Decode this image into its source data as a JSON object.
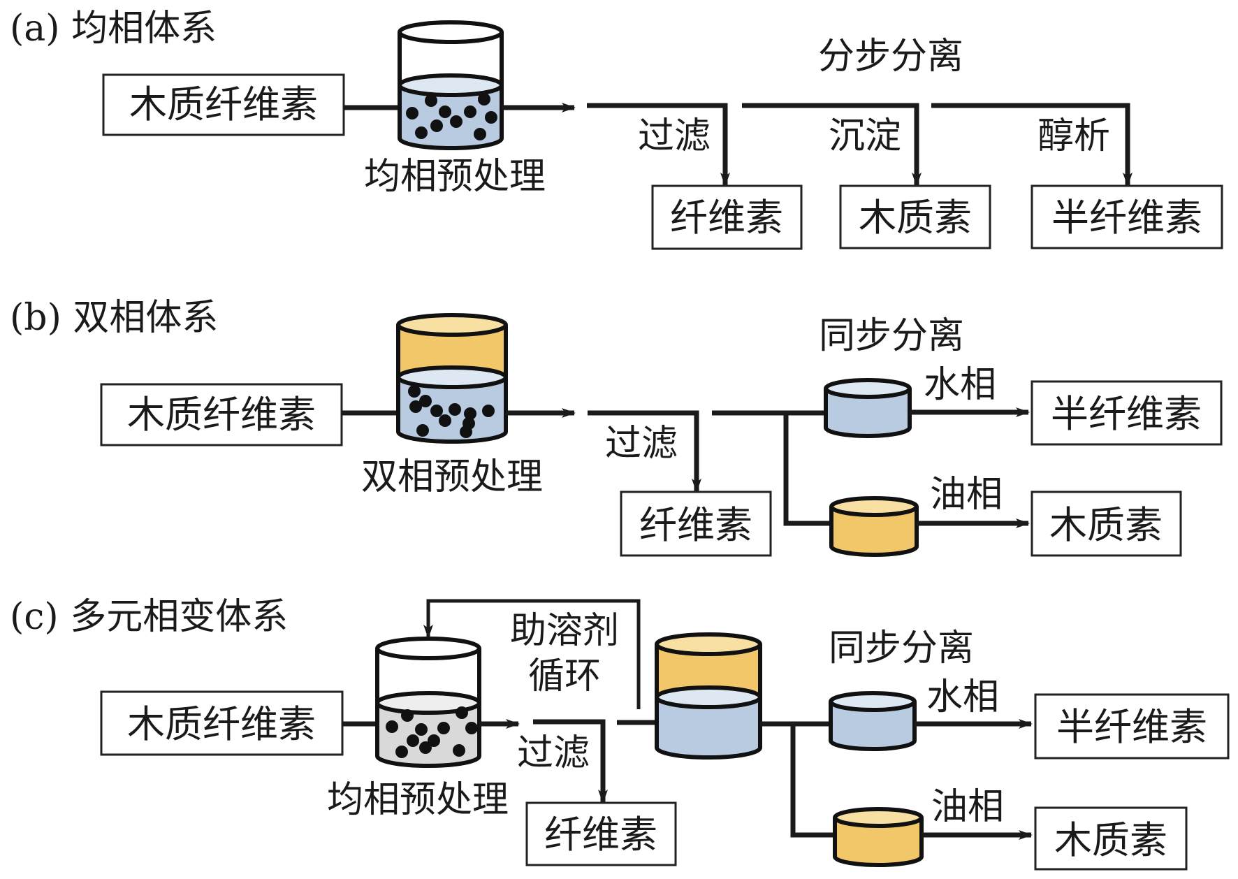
{
  "colors": {
    "water": "#b8cbe0",
    "water_top": "#dde8f2",
    "oil": "#f2c76a",
    "oil_top": "#f8dfa2",
    "solvent_mix": "#d9d9d9",
    "solvent_mix_top": "#eeeeee",
    "particle": "#111111",
    "line": "#1a1a1a"
  },
  "panels": [
    {
      "id": "a",
      "title": "(a) 均相体系",
      "input": "木质纤维素",
      "pretreatment": "均相预处理",
      "separation_title": "分步分离",
      "steps": [
        {
          "operation": "过滤",
          "product": "纤维素"
        },
        {
          "operation": "沉淀",
          "product": "木质素"
        },
        {
          "operation": "醇析",
          "product": "半纤维素"
        }
      ]
    },
    {
      "id": "b",
      "title": "(b) 双相体系",
      "input": "木质纤维素",
      "pretreatment": "双相预处理",
      "filter_operation": "过滤",
      "filter_product": "纤维素",
      "separation_title": "同步分离",
      "phases": [
        {
          "phase": "水相",
          "product": "半纤维素"
        },
        {
          "phase": "油相",
          "product": "木质素"
        }
      ]
    },
    {
      "id": "c",
      "title": "(c) 多元相变体系",
      "input": "木质纤维素",
      "pretreatment": "均相预处理",
      "recycle_label_line1": "助溶剂",
      "recycle_label_line2": "循环",
      "filter_operation": "过滤",
      "filter_product": "纤维素",
      "separation_title": "同步分离",
      "phases": [
        {
          "phase": "水相",
          "product": "半纤维素"
        },
        {
          "phase": "油相",
          "product": "木质素"
        }
      ]
    }
  ]
}
